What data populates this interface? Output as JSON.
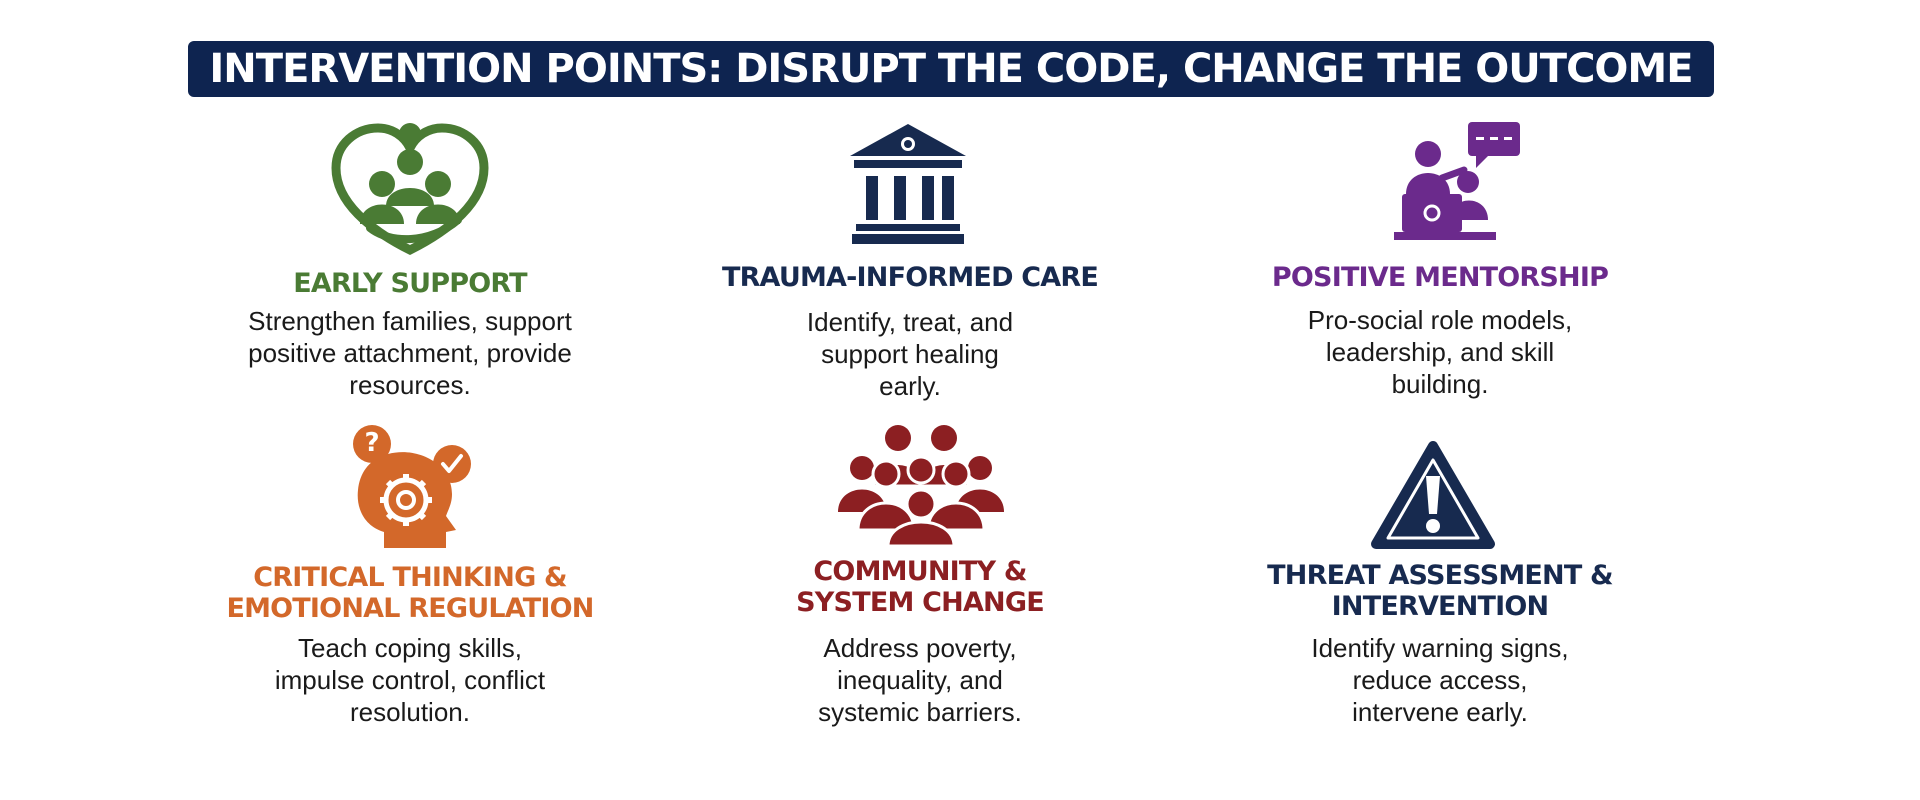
{
  "header": {
    "title": "INTERVENTION POINTS: DISRUPT THE CODE, CHANGE THE OUTCOME"
  },
  "colors": {
    "banner": "#0e2450",
    "green": "#4a7b34",
    "navy": "#172a4f",
    "purple": "#6b2a8c",
    "orange": "#d3682a",
    "maroon": "#8c1f22"
  },
  "cards": [
    {
      "icon": "heart-family-icon",
      "title_lines": [
        "EARLY SUPPORT"
      ],
      "desc_lines": [
        "Strengthen families, support",
        "positive attachment, provide",
        "resources."
      ]
    },
    {
      "icon": "courthouse-icon",
      "title_lines": [
        "TRAUMA-INFORMED CARE"
      ],
      "desc_lines": [
        "Identify, treat, and",
        "support healing",
        "early."
      ]
    },
    {
      "icon": "mentor-laptop-icon",
      "title_lines": [
        "POSITIVE MENTORSHIP"
      ],
      "desc_lines": [
        "Pro-social role models,",
        "leadership, and skill",
        "building."
      ]
    },
    {
      "icon": "head-gear-icon",
      "title_lines": [
        "CRITICAL THINKING &",
        "EMOTIONAL REGULATION"
      ],
      "desc_lines": [
        "Teach coping skills,",
        "impulse control, conflict",
        "resolution."
      ]
    },
    {
      "icon": "community-group-icon",
      "title_lines": [
        "COMMUNITY &",
        "SYSTEM CHANGE"
      ],
      "desc_lines": [
        "Address poverty,",
        "inequality, and",
        "systemic barriers."
      ]
    },
    {
      "icon": "warning-triangle-icon",
      "title_lines": [
        "THREAT ASSESSMENT &",
        "INTERVENTION"
      ],
      "desc_lines": [
        "Identify warning signs,",
        "reduce access,",
        "intervene early."
      ]
    }
  ]
}
